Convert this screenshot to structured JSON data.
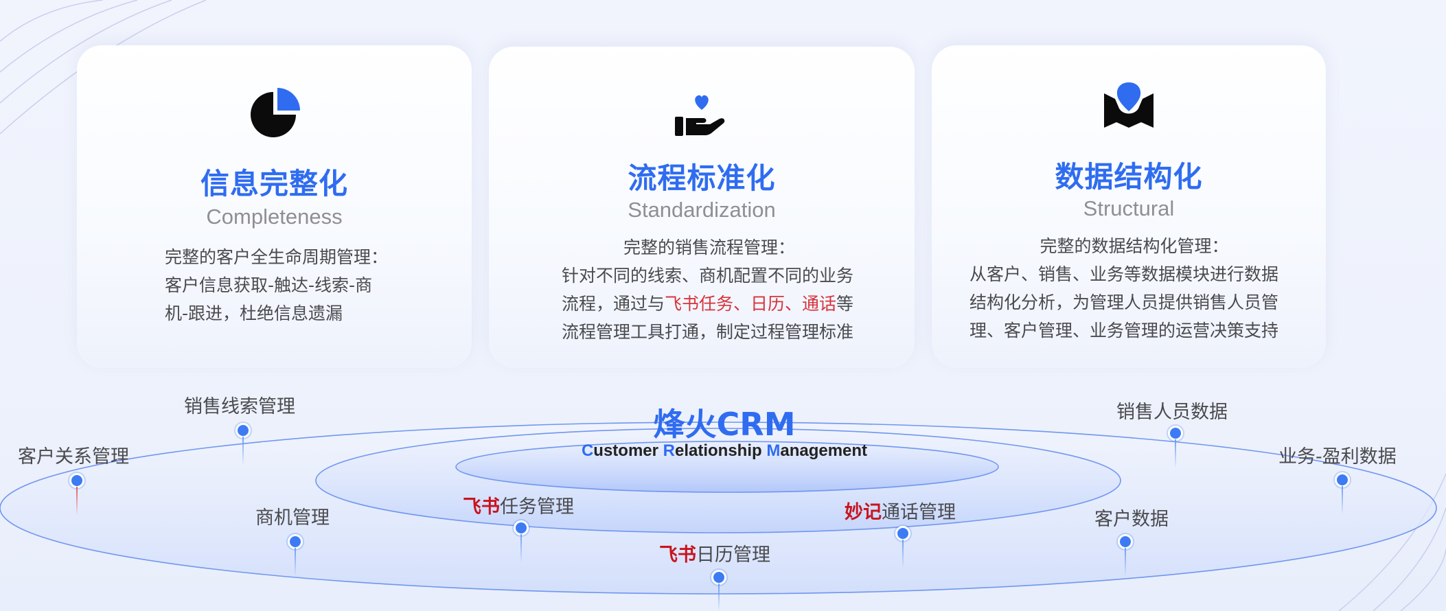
{
  "cards": [
    {
      "title": "信息完整化",
      "subtitle": "Completeness",
      "desc_lead": "完整的客户全生命周期管理：",
      "desc_lines": [
        "客户信息获取-触达-线索-商",
        "机-跟进，杜绝信息遗漏"
      ],
      "icon": "pie-chart-icon"
    },
    {
      "title": "流程标准化",
      "subtitle": "Standardization",
      "desc_lead": "完整的销售流程管理：",
      "desc_part1": "针对不同的线索、商机配置不同的业务流程，通过与",
      "desc_highlight": "飞书任务、日历、通话",
      "desc_part2": "等流程管理工具打通，制定过程管理标准",
      "icon": "hand-heart-icon"
    },
    {
      "title": "数据结构化",
      "subtitle": "Structural",
      "desc_lead": "完整的数据结构化管理：",
      "desc_lines": [
        "从客户、销售、业务等数据模块进行数据",
        "结构化分析，为管理人员提供销售人员管",
        "理、客户管理、业务管理的运营决策支持"
      ],
      "icon": "map-pin-icon"
    }
  ],
  "center": {
    "title": "烽火CRM",
    "sub": {
      "c": "C",
      "ustomer": "ustomer ",
      "r": "R",
      "elationship": "elationship ",
      "m": "M",
      "anagement": "anagement"
    }
  },
  "nodes": [
    {
      "label": "客户关系管理"
    },
    {
      "label": "销售线索管理"
    },
    {
      "label": "商机管理"
    },
    {
      "brand": "飞书",
      "label": "任务管理"
    },
    {
      "brand": "飞书",
      "label": "日历管理"
    },
    {
      "brand": "妙记",
      "label": "通话管理"
    },
    {
      "label": "客户数据"
    },
    {
      "label": "销售人员数据"
    },
    {
      "label": "业务-盈利数据"
    }
  ],
  "colors": {
    "accent": "#2f6cf0",
    "highlight": "#d8333c",
    "brand_red": "#c8141e",
    "text": "#4a4a4e",
    "subtitle": "#8f8f93"
  }
}
